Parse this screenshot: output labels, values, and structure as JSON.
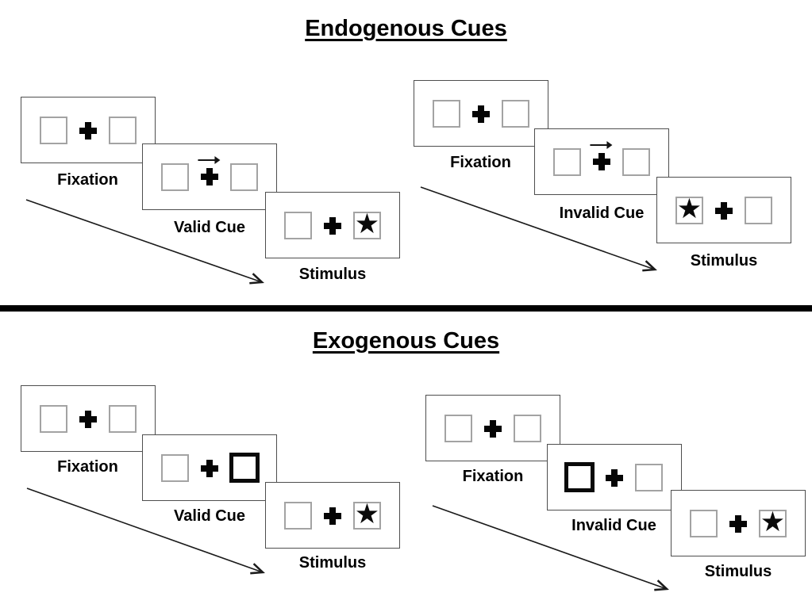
{
  "colors": {
    "background": "#ffffff",
    "ink": "#000000",
    "panel_border": "#4e4e4e",
    "placeholder_box_border": "#a3a3a3",
    "bold_cue_box_border": "#0a0a0a",
    "divider": "#000000"
  },
  "icons": {
    "star": "★",
    "fixation_cross": "plus-cross",
    "endogenous_cue": "right-arrow"
  },
  "sections": [
    {
      "title": "Endogenous Cues",
      "trials": [
        {
          "name": "valid",
          "steps": [
            {
              "label": "Fixation"
            },
            {
              "label": "Valid Cue",
              "cue": "arrow-right-above-fixation"
            },
            {
              "label": "Stimulus",
              "star_side": "right"
            }
          ]
        },
        {
          "name": "invalid",
          "steps": [
            {
              "label": "Fixation"
            },
            {
              "label": "Invalid Cue",
              "cue": "arrow-right-above-fixation"
            },
            {
              "label": "Stimulus",
              "star_side": "left"
            }
          ]
        }
      ]
    },
    {
      "title": "Exogenous Cues",
      "trials": [
        {
          "name": "valid",
          "steps": [
            {
              "label": "Fixation"
            },
            {
              "label": "Valid Cue",
              "cue": "bold-right-box"
            },
            {
              "label": "Stimulus",
              "star_side": "right"
            }
          ]
        },
        {
          "name": "invalid",
          "steps": [
            {
              "label": "Fixation"
            },
            {
              "label": "Invalid Cue",
              "cue": "bold-left-box"
            },
            {
              "label": "Stimulus",
              "star_side": "right"
            }
          ]
        }
      ]
    }
  ]
}
